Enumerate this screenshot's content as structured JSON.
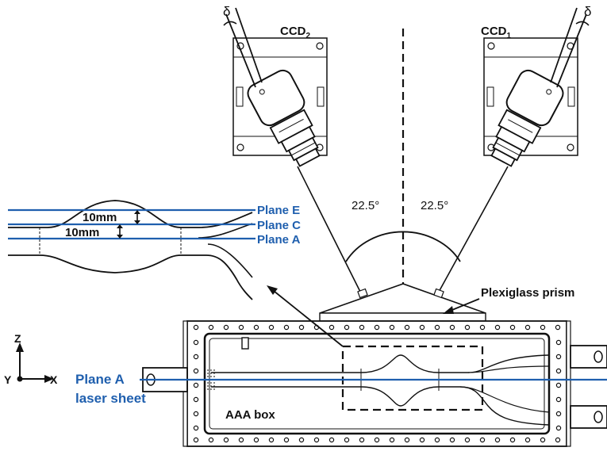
{
  "labels": {
    "ccd2_base": "CCD",
    "ccd2_sub": "2",
    "ccd1_base": "CCD",
    "ccd1_sub": "1",
    "delta_left": "δ",
    "delta_right": "δ",
    "angle_left": "22.5°",
    "angle_right": "22.5°",
    "plane_e": "Plane E",
    "plane_c": "Plane C",
    "plane_a_inset": "Plane A",
    "dim_upper": "10mm",
    "dim_lower": "10mm",
    "prism": "Plexiglass prism",
    "axis_z": "Z",
    "axis_y": "Y",
    "axis_x": "X",
    "laser_line1": "Plane A",
    "laser_line2": "laser sheet",
    "box": "AAA box"
  },
  "colors": {
    "accent_blue": "#1f5fae",
    "line_black": "#111111"
  }
}
